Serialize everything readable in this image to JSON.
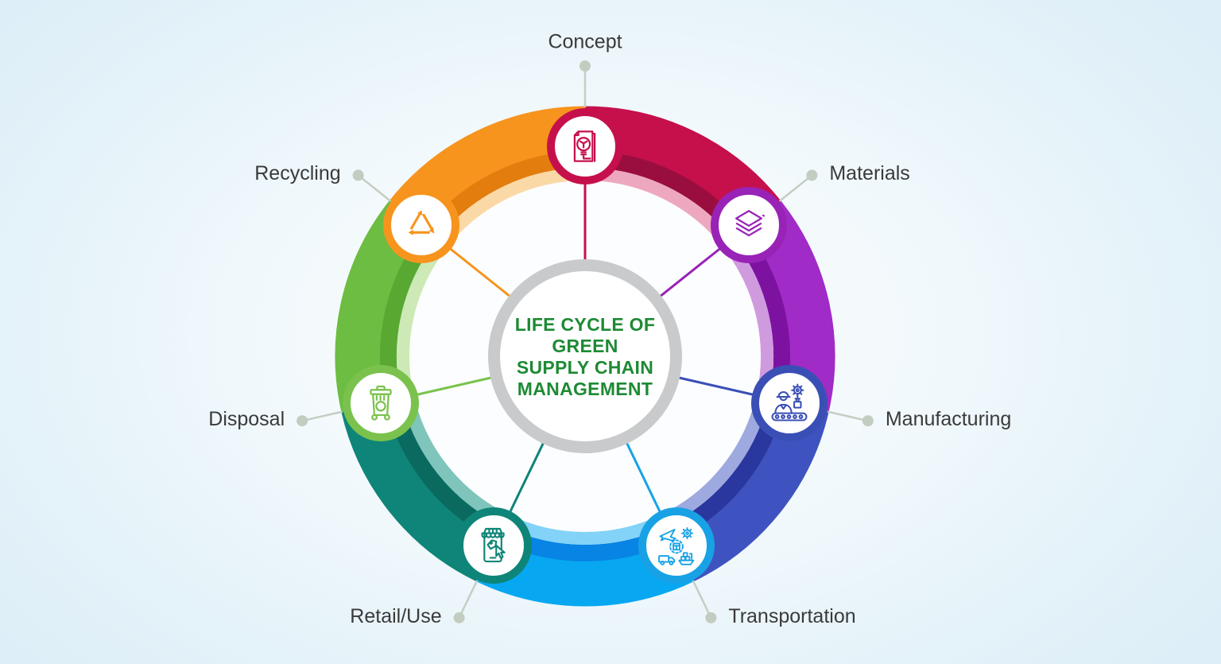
{
  "center": {
    "title_lines": [
      "LIFE CYCLE OF",
      "GREEN",
      "SUPPLY CHAIN",
      "MANAGEMENT"
    ],
    "title_color": "#1E8A34",
    "ring_color": "#C9CACC",
    "disc_color": "#FCFDFE"
  },
  "background": {
    "center_color": "#FBFDFE",
    "edge_color": "#DDEEF8"
  },
  "callout": {
    "line_color": "#C4CEC2",
    "dot_color": "#C2CCC0",
    "label_color": "#3A3A3A"
  },
  "stages": [
    {
      "label": "Concept",
      "icon": "concept-icon",
      "color": "#C5104C",
      "dark": "#9A0E3F",
      "tint": "#EDA8BF",
      "ring": "#C5104C"
    },
    {
      "label": "Materials",
      "icon": "materials-icon",
      "color": "#A12BC6",
      "dark": "#7D12A1",
      "tint": "#D09ADF",
      "ring": "#9823B6"
    },
    {
      "label": "Manufacturing",
      "icon": "manufacturing-icon",
      "color": "#3F53C0",
      "dark": "#2A379F",
      "tint": "#9DA9DF",
      "ring": "#3A4FB5"
    },
    {
      "label": "Transportation",
      "icon": "transportation-icon",
      "color": "#07A7F1",
      "dark": "#0784E4",
      "tint": "#82D3F7",
      "ring": "#18A2E5"
    },
    {
      "label": "Retail/Use",
      "icon": "retail-icon",
      "color": "#0E8578",
      "dark": "#0A6A60",
      "tint": "#7FC5BC",
      "ring": "#0E8578"
    },
    {
      "label": "Disposal",
      "icon": "disposal-icon",
      "color": "#6CBD41",
      "dark": "#58A832",
      "tint": "#CDE9B6",
      "ring": "#7AC24D"
    },
    {
      "label": "Recycling",
      "icon": "recycling-icon",
      "color": "#F7941E",
      "dark": "#E37D0E",
      "tint": "#FBD9A6",
      "ring": "#F7941E"
    }
  ]
}
